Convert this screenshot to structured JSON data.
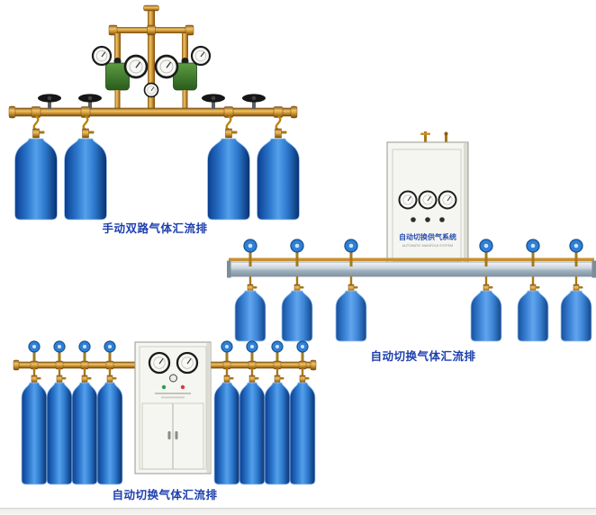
{
  "page": {
    "background": "#ffffff"
  },
  "figures": [
    {
      "id": "manual-dual-manifold",
      "caption": "手动双路气体汇流排",
      "cylinder_count": 4
    },
    {
      "id": "auto-switch-manifold-wall",
      "caption": "自动切换气体汇流排",
      "cabinet_label": "自动切换供气系统",
      "cabinet_sublabel": "AUTOMATIC MANIFOLD SYSTEM",
      "cylinder_count": 6
    },
    {
      "id": "auto-switch-manifold-floor",
      "caption": "自动切换气体汇流排",
      "cylinder_count": 8
    }
  ],
  "colors": {
    "caption_blue": "#1d3fae",
    "cylinder_blue": "#2c77cc",
    "brass": "#c8862a",
    "cabinet_white": "#f5f5f1",
    "rail_gray": "#a8b8c6",
    "handwheel_blue": "#2f7fd6",
    "regulator_green": "#3f7a2c"
  }
}
